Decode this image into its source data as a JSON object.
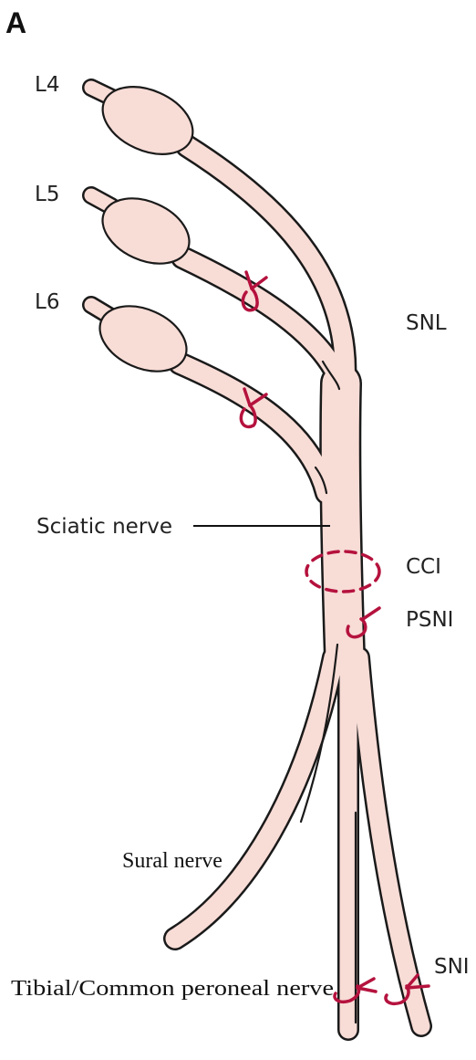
{
  "figure": {
    "panel_letter": "A",
    "colors": {
      "nerve_fill": "#f8dcd6",
      "nerve_outline": "#1a1a1a",
      "ligature": "#b5123e",
      "text": "#222222"
    }
  },
  "labels": {
    "l4": "L4",
    "l5": "L5",
    "l6": "L6",
    "snl": "SNL",
    "sciatic": "Sciatic nerve",
    "cci": "CCI",
    "psni": "PSNI",
    "sural": "Sural nerve",
    "tibial_peroneal": "Tibial/Common peroneal nerve",
    "sni": "SNI"
  },
  "icons": {
    "snl_l5_ligature": "tight-ligature-icon",
    "snl_l6_ligature": "tight-ligature-icon",
    "cci_ring": "loose-ligature-ring-icon",
    "psni_ligature": "partial-ligature-icon",
    "sni_ligatures": "tight-ligature-icon"
  }
}
